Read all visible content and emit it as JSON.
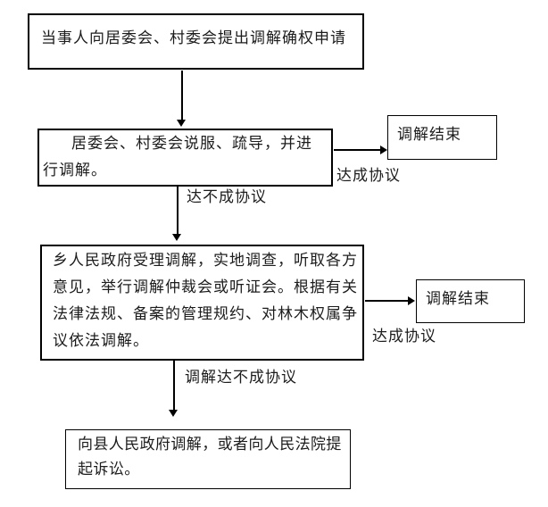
{
  "diagram": {
    "nodes": {
      "application": {
        "text": "当事人向居委会、村委会提出调解确权申请"
      },
      "committee_mediation": {
        "lines": {
          "0": "居委会、村委会说服、疏导，并进",
          "1": "行调解。"
        }
      },
      "township_mediation": {
        "lines": {
          "0": "乡人民政府受理调解，实地调查，听取各方",
          "1": "意见，举行调解仲裁会或听证会。根据有关",
          "2": "法律法规、备案的管理规约、对林木权属争",
          "3": "议依法调解。"
        }
      },
      "mediation_end_1": {
        "text": "调解结束"
      },
      "mediation_end_2": {
        "text": "调解结束"
      },
      "county_or_court": {
        "lines": {
          "0": "向县人民政府调解，或者向人民法院提",
          "1": "起诉讼。"
        }
      }
    },
    "edge_labels": {
      "agreement_1": "达成协议",
      "no_agreement_1": "达不成协议",
      "agreement_2": "达成协议",
      "no_agreement_2": "调解达不成协议"
    },
    "colors": {
      "line": "#000000",
      "text": "#1c1c1c",
      "background": "#ffffff"
    }
  }
}
